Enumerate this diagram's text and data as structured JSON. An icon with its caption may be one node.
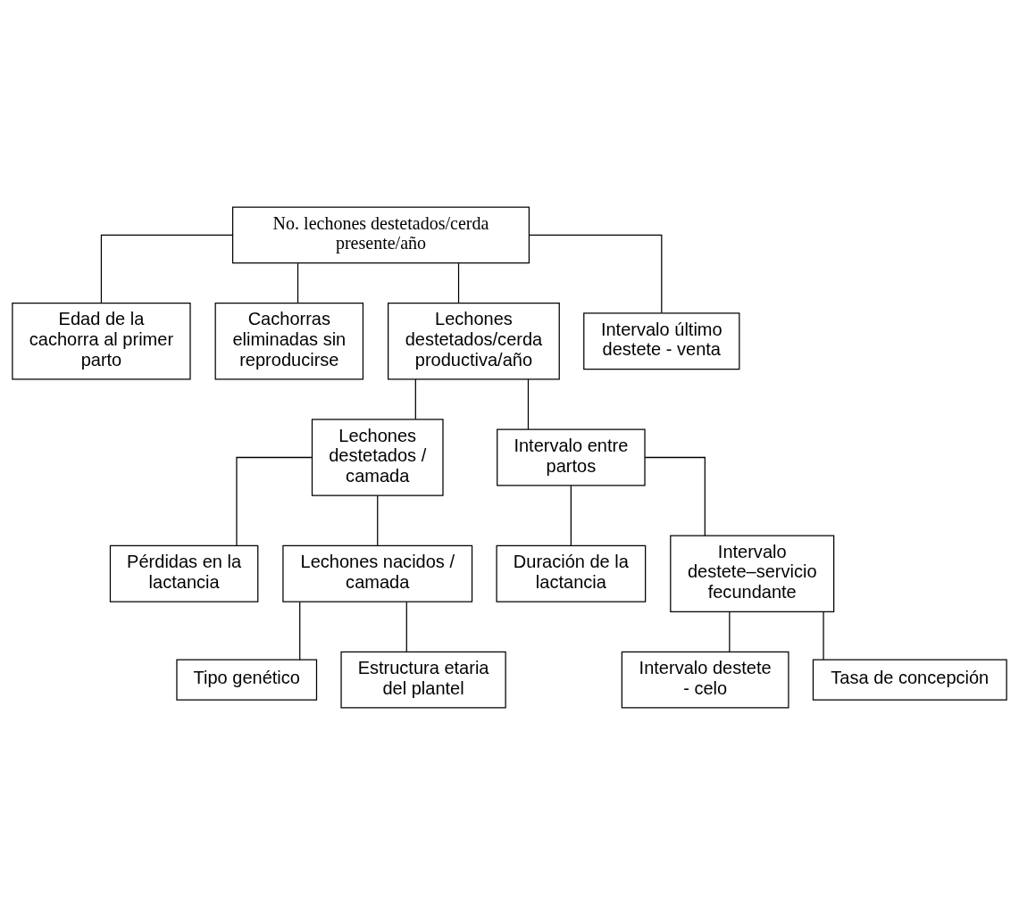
{
  "diagram": {
    "nodes": [
      {
        "text": [
          "No. lechones destetados/cerda presente/año"
        ]
      },
      {
        "text": [
          "Edad de la cachorra al primer parto"
        ]
      },
      {
        "text": [
          "Cachorras eliminadas sin reproducirse"
        ]
      },
      {
        "text": [
          "Lechones destetados/cerda productiva/año"
        ]
      },
      {
        "text": [
          "Intervalo último destete - venta"
        ]
      },
      {
        "text": [
          "Lechones destetados / camada"
        ]
      },
      {
        "text": [
          "Duración de la lactancia"
        ]
      },
      {
        "text": [
          "Intervalo destete–servicio fecundante"
        ]
      },
      {
        "text": [
          "Intervalo entre partos"
        ]
      },
      {
        "text": [
          "Pérdidas en la lactancia"
        ]
      },
      {
        "text": [
          "Lechones nacidos / camada"
        ]
      },
      {
        "text": [
          "Intervalo destete - celo"
        ]
      },
      {
        "text": [
          "Tasa de concepción"
        ]
      },
      {
        "text": [
          "Tipo genético"
        ]
      },
      {
        "text": [
          "Estructura etaria del plantel"
        ]
      }
    ],
    "edges": [
      {
        "from": 0,
        "to": 1,
        "arrow": "none"
      },
      {
        "from": 0,
        "to": 2,
        "arrow": "none"
      },
      {
        "from": 0,
        "to": 3,
        "arrow": "none"
      },
      {
        "from": 0,
        "to": 4,
        "arrow": "none"
      },
      {
        "from": 3,
        "to": 5,
        "arrow": "none"
      },
      {
        "from": 3,
        "to": 8,
        "arrow": "none"
      },
      {
        "from": 8,
        "to": 6,
        "arrow": "none"
      },
      {
        "from": 8,
        "to": 7,
        "arrow": "none"
      },
      {
        "from": 5,
        "to": 9,
        "arrow": "none"
      },
      {
        "from": 5,
        "to": 10,
        "arrow": "none"
      },
      {
        "from": 7,
        "to": 11,
        "arrow": "none"
      },
      {
        "from": 7,
        "to": 12,
        "arrow": "none"
      },
      {
        "from": 10,
        "to": 13,
        "arrow": "none"
      },
      {
        "from": 10,
        "to": 14,
        "arrow": "none"
      }
    ]
  }
}
